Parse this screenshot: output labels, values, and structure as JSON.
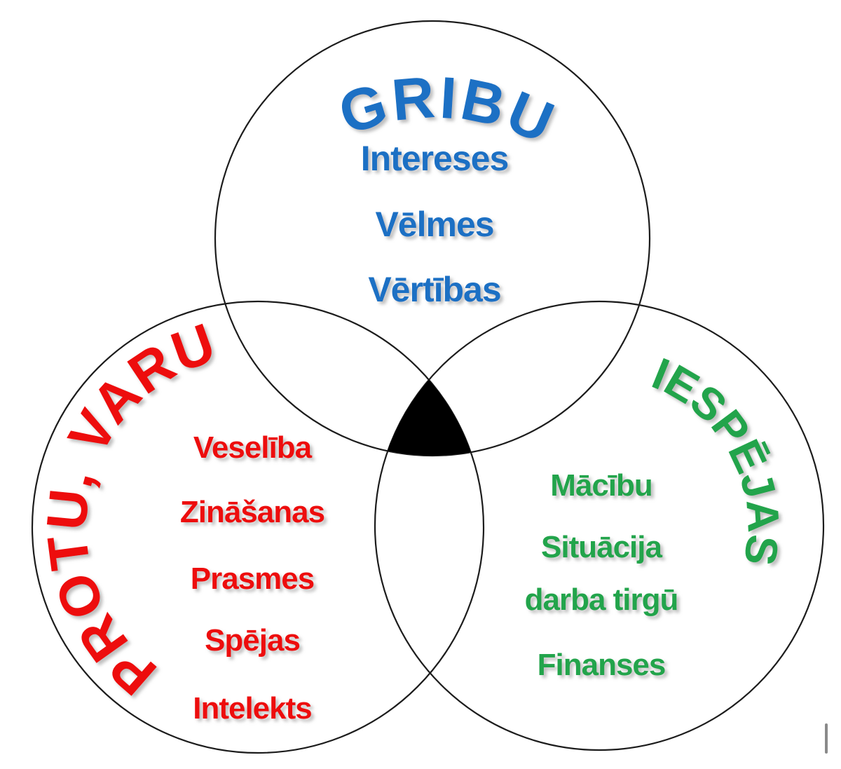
{
  "diagram": {
    "background_color": "#ffffff",
    "outline_color": "#1c1c1c",
    "center_intersection_fill": "#000000",
    "tick_mark_color": "#8a8a8a",
    "gribu": {
      "title": "GRIBU",
      "color": "#1a6fc4",
      "items": [
        "Intereses",
        "Vēlmes",
        "Vērtības"
      ]
    },
    "protu": {
      "title": "PROTU, VARU",
      "color": "#ed1111",
      "items": [
        "Veselība",
        "Zināšanas",
        "Prasmes",
        "Spējas",
        "Intelekts"
      ]
    },
    "iespejas": {
      "title": "IESPĒJAS",
      "color": "#21a44b",
      "items": [
        "Mācību",
        "Situācija",
        "darba tirgū",
        "Finanses"
      ]
    }
  }
}
